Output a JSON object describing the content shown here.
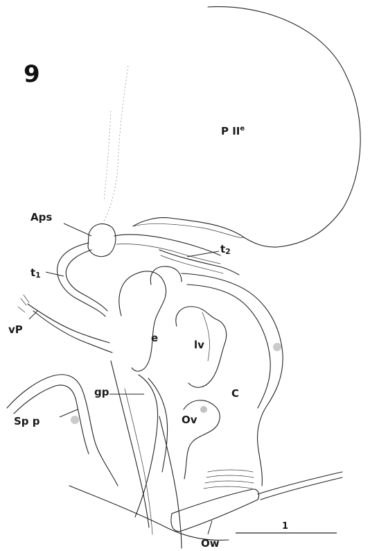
{
  "figure_number": "9",
  "labels": {
    "pll": "P II",
    "pll_sup": "e",
    "aps": "Aps",
    "t2": "t",
    "t2_sub": "2",
    "t1": "t",
    "t1_sub": "1",
    "vp": "vP",
    "e": "e",
    "lv": "lv",
    "gp": "gp",
    "c": "C",
    "ov": "Ov",
    "spp": "Sp p",
    "ow": "Ow"
  },
  "scale_bar": {
    "label": "1"
  }
}
